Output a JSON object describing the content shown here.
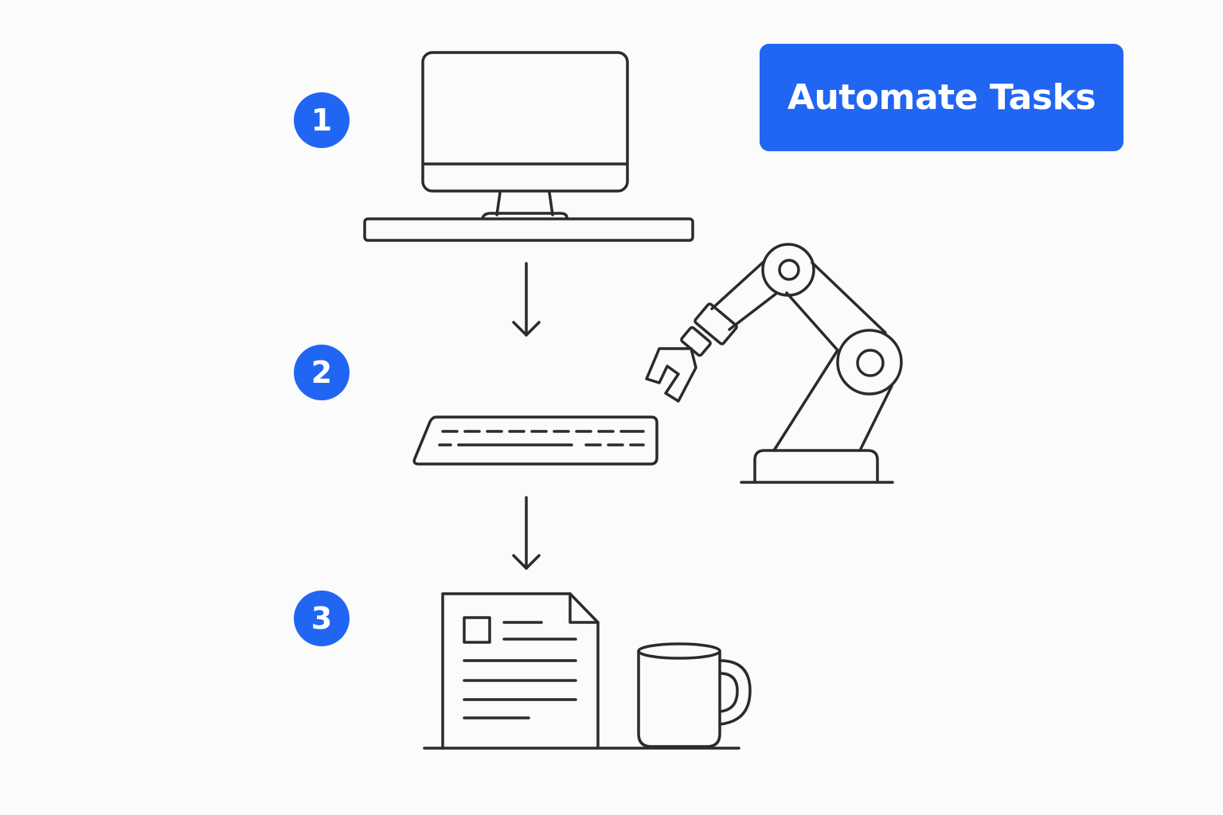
{
  "header": {
    "cta_label": "Automate Tasks"
  },
  "steps": [
    {
      "number": "1",
      "icon": "computer-monitor-icon"
    },
    {
      "number": "2",
      "icon": "keyboard-icon"
    },
    {
      "number": "3",
      "icon": "document-icon"
    }
  ],
  "icons": [
    "computer-monitor-icon",
    "arrow-down-icon",
    "keyboard-icon",
    "robot-arm-icon",
    "document-icon",
    "coffee-mug-icon"
  ],
  "colors": {
    "accent": "#2166f3",
    "line": "#2b2b2b",
    "background": "#fbfbfb"
  }
}
